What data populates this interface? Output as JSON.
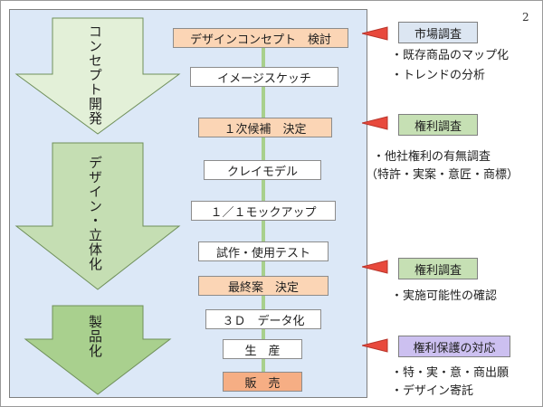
{
  "page_number": "2",
  "phases": [
    {
      "label": "コンセプト開発"
    },
    {
      "label": "デザイン・立体化"
    },
    {
      "label": "製品化"
    }
  ],
  "steps": [
    {
      "label": "デザインコンセプト　検討",
      "style": "peach"
    },
    {
      "label": "イメージスケッチ",
      "style": "white"
    },
    {
      "label": "１次候補　決定",
      "style": "peach"
    },
    {
      "label": "クレイモデル",
      "style": "white"
    },
    {
      "label": "１／１モックアップ",
      "style": "white"
    },
    {
      "label": "試作・使用テスト",
      "style": "white"
    },
    {
      "label": "最終案　決定",
      "style": "peach"
    },
    {
      "label": "３Ｄ　データ化",
      "style": "white"
    },
    {
      "label": "生　産",
      "style": "white"
    },
    {
      "label": "販　売",
      "style": "salmon"
    }
  ],
  "annotations": [
    {
      "header": "市場調査",
      "color": "#dce6f2",
      "notes": [
        "・既存商品のマップ化",
        "・トレンドの分析"
      ]
    },
    {
      "header": "権利調査",
      "color": "#c6e0b4",
      "notes": [
        "・他社権利の有無調査",
        "（特許・実案・意匠・商標）"
      ]
    },
    {
      "header": "権利調査",
      "color": "#c6e0b4",
      "notes": [
        "・実施可能性の確認"
      ]
    },
    {
      "header": "権利保護の対応",
      "color": "#ccc0f0",
      "notes": [
        "・特・実・意・商出願",
        "・デザイン寄託"
      ]
    }
  ],
  "colors": {
    "arrow_light": "#e3f0d8",
    "arrow_mid": "#c5deb3",
    "arrow_dark": "#a9d08e",
    "pointer": "#e8493c"
  }
}
